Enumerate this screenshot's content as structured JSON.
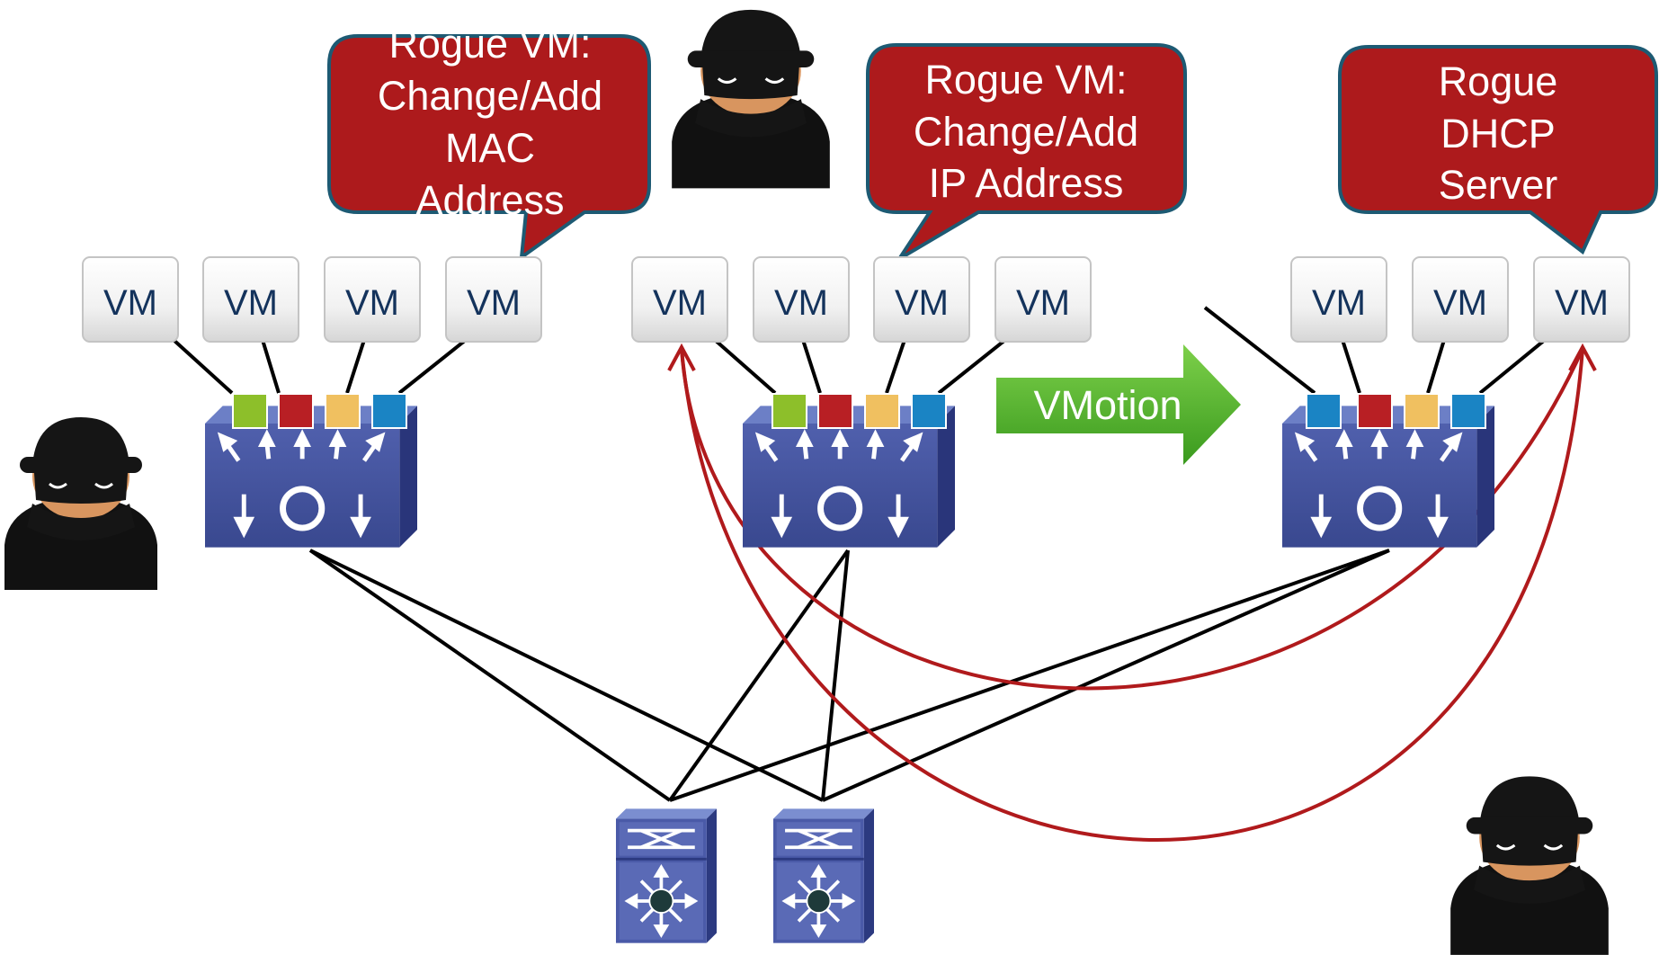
{
  "vm_label": "VM",
  "bubbles": [
    {
      "lines": [
        "Rogue VM:",
        "Change/Add",
        "MAC",
        "Address"
      ]
    },
    {
      "lines": [
        "Rogue VM:",
        "Change/Add",
        "IP Address"
      ]
    },
    {
      "lines": [
        "Rogue",
        "DHCP",
        "Server"
      ]
    }
  ],
  "vmotion_label": "VMotion",
  "colors": {
    "bubble_fill": "#ad1a1c",
    "bubble_stroke": "#1d5a73",
    "switch_blue": "#3e4d9c",
    "port_green": "#8dbf2a",
    "port_red": "#b81f24",
    "port_yellow": "#f0c060",
    "port_blue": "#1a84c4",
    "attack_path": "#b01a1c",
    "vmotion_green": "#4caf2a"
  },
  "port_sets": [
    [
      "green",
      "red",
      "yellow",
      "blue"
    ],
    [
      "green",
      "red",
      "yellow",
      "blue"
    ],
    [
      "blue",
      "red",
      "yellow",
      "blue"
    ]
  ],
  "icons": [
    "hacker-icon",
    "virtual-switch-icon",
    "core-switch-icon",
    "vm-box"
  ]
}
